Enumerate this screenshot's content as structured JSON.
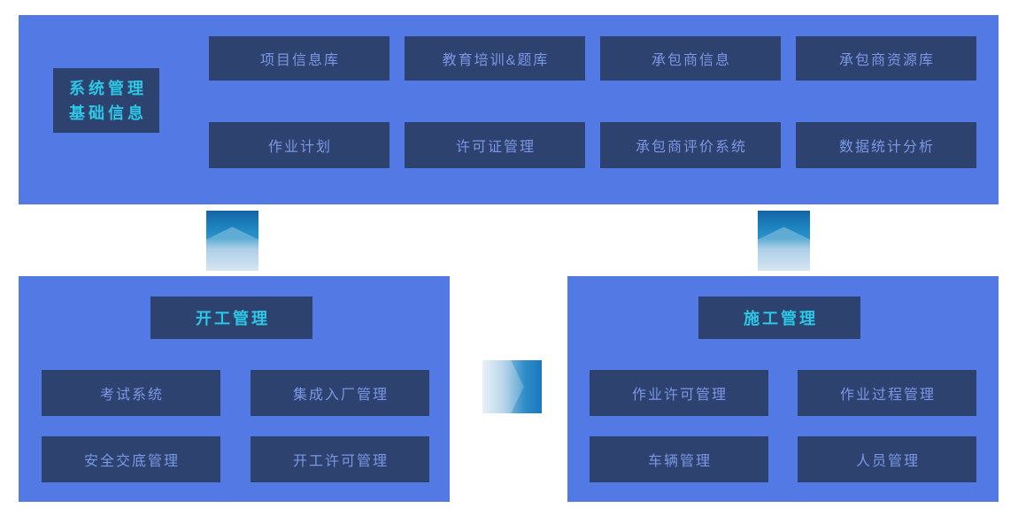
{
  "diagram": {
    "top_panel": {
      "label_lines": [
        "系统管理",
        "基础信息"
      ],
      "modules": [
        "项目信息库",
        "教育培训&题库",
        "承包商信息",
        "承包商资源库",
        "作业计划",
        "许可证管理",
        "承包商评价系统",
        "数据统计分析"
      ]
    },
    "start_work_panel": {
      "title": "开工管理",
      "modules": [
        "考试系统",
        "集成入厂管理",
        "安全交底管理",
        "开工许可管理"
      ]
    },
    "construction_panel": {
      "title": "施工管理",
      "modules": [
        "作业许可管理",
        "作业过程管理",
        "车辆管理",
        "人员管理"
      ]
    },
    "colors": {
      "panel_blue": "#5379E4",
      "box_navy": "#2E4270",
      "module_text": "#7A97E4",
      "title_cyan": "#2BC7E4",
      "arrow_dark": "#1463A6",
      "arrow_mid": "#2B93C8",
      "arrow_light": "#D6E5F3"
    }
  }
}
